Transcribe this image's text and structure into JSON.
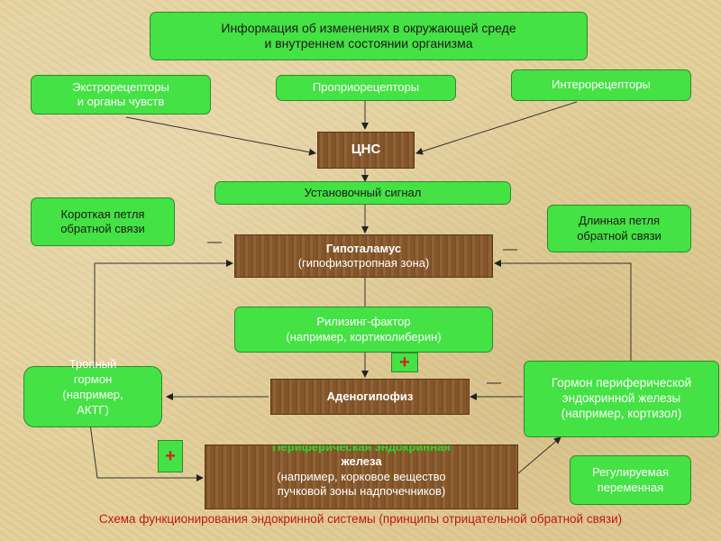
{
  "top_box": {
    "line1": "Информация об изменениях в окружающей среде",
    "line2": "и внутреннем состоянии организма"
  },
  "receptors": {
    "extero_line1": "Экстрорецепторы",
    "extero_line2": "и органы чувств",
    "proprio": "Проприорецепторы",
    "intero": "Интерорецепторы"
  },
  "cns": "ЦНС",
  "setpoint_signal": "Установочный сигнал",
  "short_loop": {
    "line1": "Короткая петля",
    "line2": "обратной связи"
  },
  "long_loop": {
    "line1": "Длинная петля",
    "line2": "обратной связи"
  },
  "hypothalamus": {
    "title": "Гипоталамус",
    "sub": "(гипофизотропная зона)"
  },
  "releasing_factor": {
    "line1": "Рилизинг-фактор",
    "line2": "(например, кортиколиберин)"
  },
  "adenohypophysis": "Аденогипофиз",
  "tropic_hormone": {
    "line1": "Тропный",
    "line2": "гормон",
    "line3": "(например,",
    "line4": "АКТГ)"
  },
  "peripheral_hormone": {
    "line1": "Гормон периферической",
    "line2": "эндокринной железы",
    "line3": "(например, кортизол)"
  },
  "peripheral_gland": {
    "line1": "Периферическая эндокринная",
    "line2": "железа",
    "line3": "(например, корковое вещество",
    "line4": "пучковой зоны надпочечников)"
  },
  "regulated_variable": {
    "line1": "Регулируемая",
    "line2": "переменная"
  },
  "signs": {
    "plus": "+",
    "minus": "—"
  },
  "caption": "Схема функционирования эндокринной системы (принципы отрицательной обратной связи)",
  "colors": {
    "green_box": "#44e244",
    "brown_box": "#8a5a2c",
    "caption": "#c01515",
    "plus_sign": "#d42020"
  }
}
